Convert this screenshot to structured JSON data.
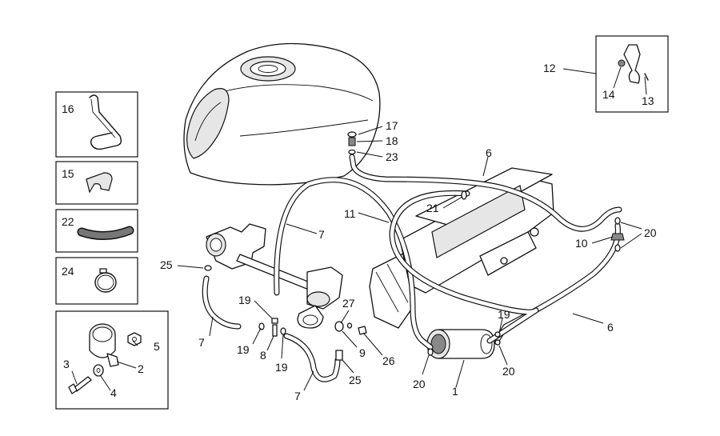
{
  "callouts": [
    {
      "id": "c1",
      "text": "1"
    },
    {
      "id": "c2",
      "text": "2"
    },
    {
      "id": "c3",
      "text": "3"
    },
    {
      "id": "c4",
      "text": "4"
    },
    {
      "id": "c5",
      "text": "5"
    },
    {
      "id": "c6a",
      "text": "6"
    },
    {
      "id": "c6b",
      "text": "6"
    },
    {
      "id": "c7a",
      "text": "7"
    },
    {
      "id": "c7b",
      "text": "7"
    },
    {
      "id": "c7c",
      "text": "7"
    },
    {
      "id": "c8",
      "text": "8"
    },
    {
      "id": "c9",
      "text": "9"
    },
    {
      "id": "c10",
      "text": "10"
    },
    {
      "id": "c11",
      "text": "11"
    },
    {
      "id": "c12",
      "text": "12"
    },
    {
      "id": "c13",
      "text": "13"
    },
    {
      "id": "c14",
      "text": "14"
    },
    {
      "id": "c15",
      "text": "15"
    },
    {
      "id": "c16",
      "text": "16"
    },
    {
      "id": "c17",
      "text": "17"
    },
    {
      "id": "c18",
      "text": "18"
    },
    {
      "id": "c19a",
      "text": "19"
    },
    {
      "id": "c19b",
      "text": "19"
    },
    {
      "id": "c19c",
      "text": "19"
    },
    {
      "id": "c19d",
      "text": "19"
    },
    {
      "id": "c20a",
      "text": "20"
    },
    {
      "id": "c20b",
      "text": "20"
    },
    {
      "id": "c20c",
      "text": "20"
    },
    {
      "id": "c21",
      "text": "21"
    },
    {
      "id": "c22",
      "text": "22"
    },
    {
      "id": "c23",
      "text": "23"
    },
    {
      "id": "c24",
      "text": "24"
    },
    {
      "id": "c25a",
      "text": "25"
    },
    {
      "id": "c25b",
      "text": "25"
    },
    {
      "id": "c26",
      "text": "26"
    },
    {
      "id": "c27",
      "text": "27"
    }
  ]
}
